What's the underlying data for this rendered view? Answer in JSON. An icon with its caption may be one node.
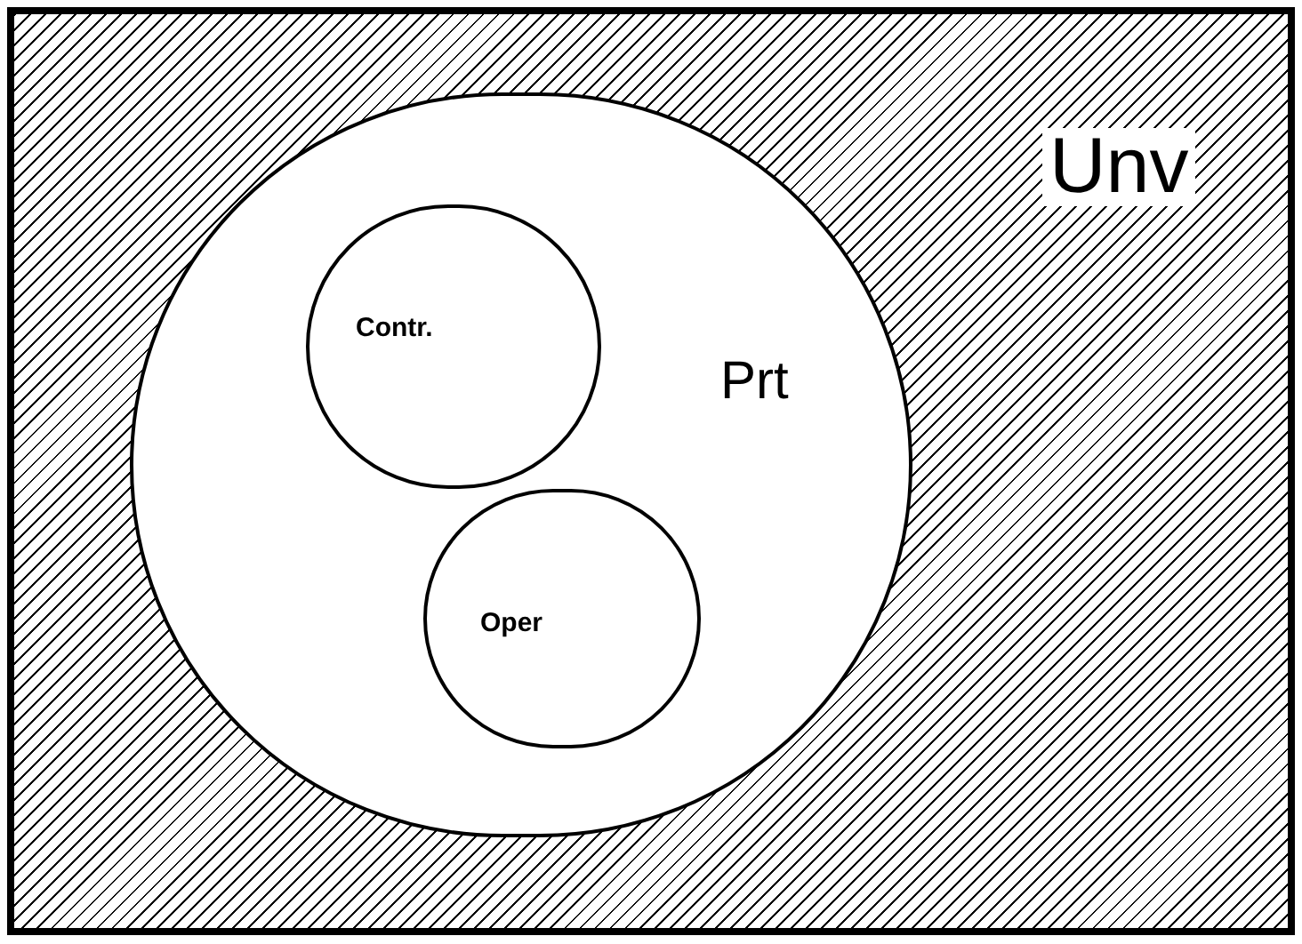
{
  "diagram": {
    "nodes": [
      {
        "text": [
          "Unv"
        ]
      },
      {
        "text": [
          "Prt"
        ],
        "in": 0
      },
      {
        "text": [
          "Contr."
        ],
        "in": 1
      },
      {
        "text": [
          "Oper"
        ],
        "in": 1
      }
    ]
  }
}
